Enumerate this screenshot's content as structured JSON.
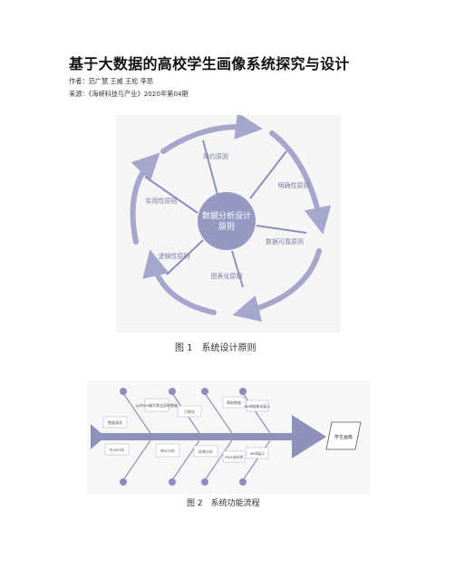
{
  "article": {
    "title": "基于大数据的高校学生画像系统探究与设计",
    "authors": "作者：范广慧 王威 王松 李昂",
    "source": "来源：《海峡科技与产业》2020年第04期"
  },
  "figure1": {
    "caption": "图 1　系统设计原则",
    "center_label_line1": "数据分析设计",
    "center_label_line2": "原则",
    "principles": [
      "简约原则",
      "明确性原则",
      "数据可靠原则",
      "图表化原则",
      "逻辑性原则",
      "实用性原则"
    ],
    "colors": {
      "arrow": "#a4a7cb",
      "center": "#9598c2",
      "label": "#7a7da8"
    }
  },
  "figure2": {
    "caption": "图 2　系统功能流程",
    "head_label": "学生画像",
    "notes_top": [
      "python编写爬虫获取数据",
      "可视化",
      "爬取数据",
      "web图像化展示"
    ],
    "notes_bottom": [
      "数据清洗",
      "hive分析",
      "统计分析",
      "结果分析",
      "mysql存储",
      "web展示"
    ],
    "colors": {
      "spine": "#8e92bb",
      "dot": "#8a8ebf"
    }
  }
}
